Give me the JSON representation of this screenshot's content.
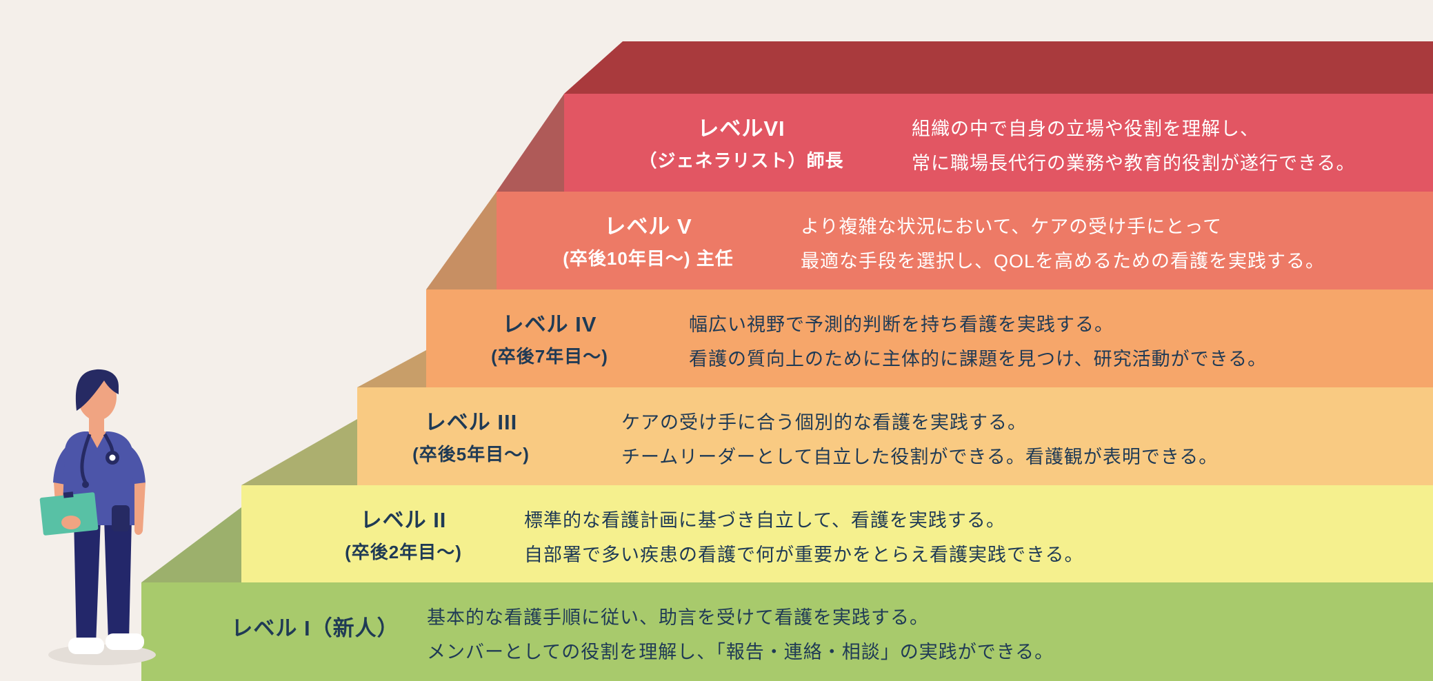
{
  "colors": {
    "background": "#F4EFEA",
    "text_light": "#FFFFFF",
    "text_dark": "#1F3A55"
  },
  "steps": [
    {
      "level": "VI",
      "label_line1": "レベルVI",
      "label_line2": "（ジェネラリスト）師長",
      "desc_line1": "組織の中で自身の立場や役割を理解し、",
      "desc_line2": "常に職場長代行の業務や教育的役割が遂行できる。",
      "face_color": "#E25663",
      "top_color": "#A93A3D"
    },
    {
      "level": "V",
      "label_line1": "レベル V",
      "label_line2": "(卒後10年目～) 主任",
      "desc_line1": "より複雑な状況において、ケアの受け手にとって",
      "desc_line2": "最適な手段を選択し、QOLを高めるための看護を実践する。",
      "face_color": "#ED7A66",
      "top_color": "#AF5A58"
    },
    {
      "level": "IV",
      "label_line1": "レベル IV",
      "label_line2": "(卒後7年目～)",
      "desc_line1": "幅広い視野で予測的判断を持ち看護を実践する。",
      "desc_line2": "看護の質向上のために主体的に課題を見つけ、研究活動ができる。",
      "face_color": "#F6A66A",
      "top_color": "#C78F63"
    },
    {
      "level": "III",
      "label_line1": "レベル III",
      "label_line2": "(卒後5年目～)",
      "desc_line1": "ケアの受け手に合う個別的な看護を実践する。",
      "desc_line2": "チームリーダーとして自立した役割ができる。看護観が表明できる。",
      "face_color": "#F9CA82",
      "top_color": "#C89E69"
    },
    {
      "level": "II",
      "label_line1": "レベル II",
      "label_line2": "(卒後2年目～)",
      "desc_line1": "標準的な看護計画に基づき自立して、看護を実践する。",
      "desc_line2": "自部署で多い疾患の看護で何が重要かをとらえ看護実践できる。",
      "face_color": "#F5F08E",
      "top_color": "#ACAF6F"
    },
    {
      "level": "I",
      "label_line1": "レベル I（新人）",
      "desc_line1": "基本的な看護手順に従い、助言を受けて看護を実践する。",
      "desc_line2": "メンバーとしての役割を理解し、「報告・連絡・相談」の実践ができる。",
      "face_color": "#A8CA6C",
      "top_color": "#9CB06C"
    }
  ],
  "nurse": {
    "colors": {
      "scrubs": "#4C55A9",
      "skin": "#F0A482",
      "dark": "#262A63",
      "pants": "#23276A",
      "folder": "#58C1A5",
      "shoes": "#FFFFFF",
      "shadow": "#E4DED8"
    }
  }
}
